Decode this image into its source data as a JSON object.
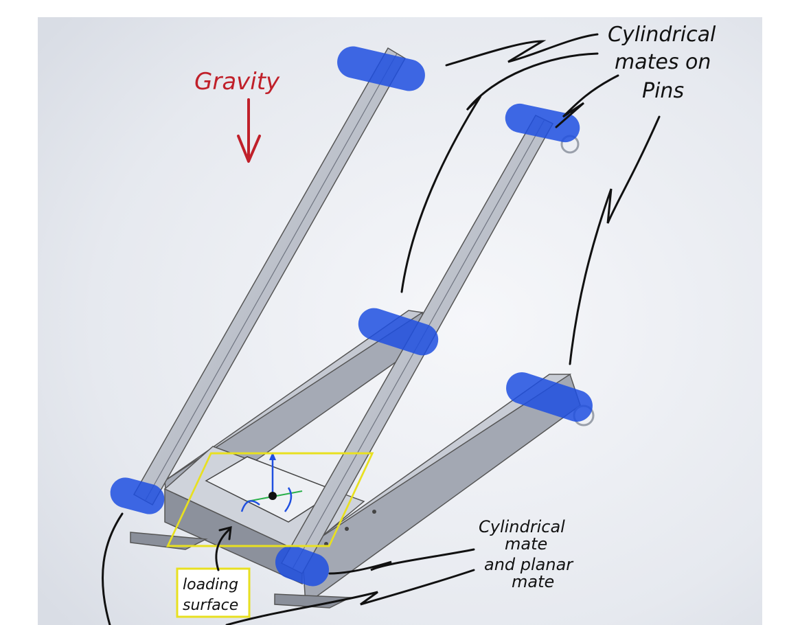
{
  "annotations": {
    "gravity": "Gravity",
    "pins_line1": "Cylindrical",
    "pins_line2": "mates on",
    "pins_line3": "Pins",
    "base_line1": "Cylindrical",
    "base_line2": "mate",
    "base_line3": "and planar",
    "base_line4": "mate",
    "loading_line1": "loading",
    "loading_line2": "surface"
  },
  "colors": {
    "gravity": "#c0202a",
    "ink": "#111111",
    "mate_highlight": "#1f4fe0",
    "loading_box": "#e8e020",
    "steel_light": "#c9cdd6",
    "steel_mid": "#a9aeb9",
    "steel_dark": "#7b808b"
  }
}
